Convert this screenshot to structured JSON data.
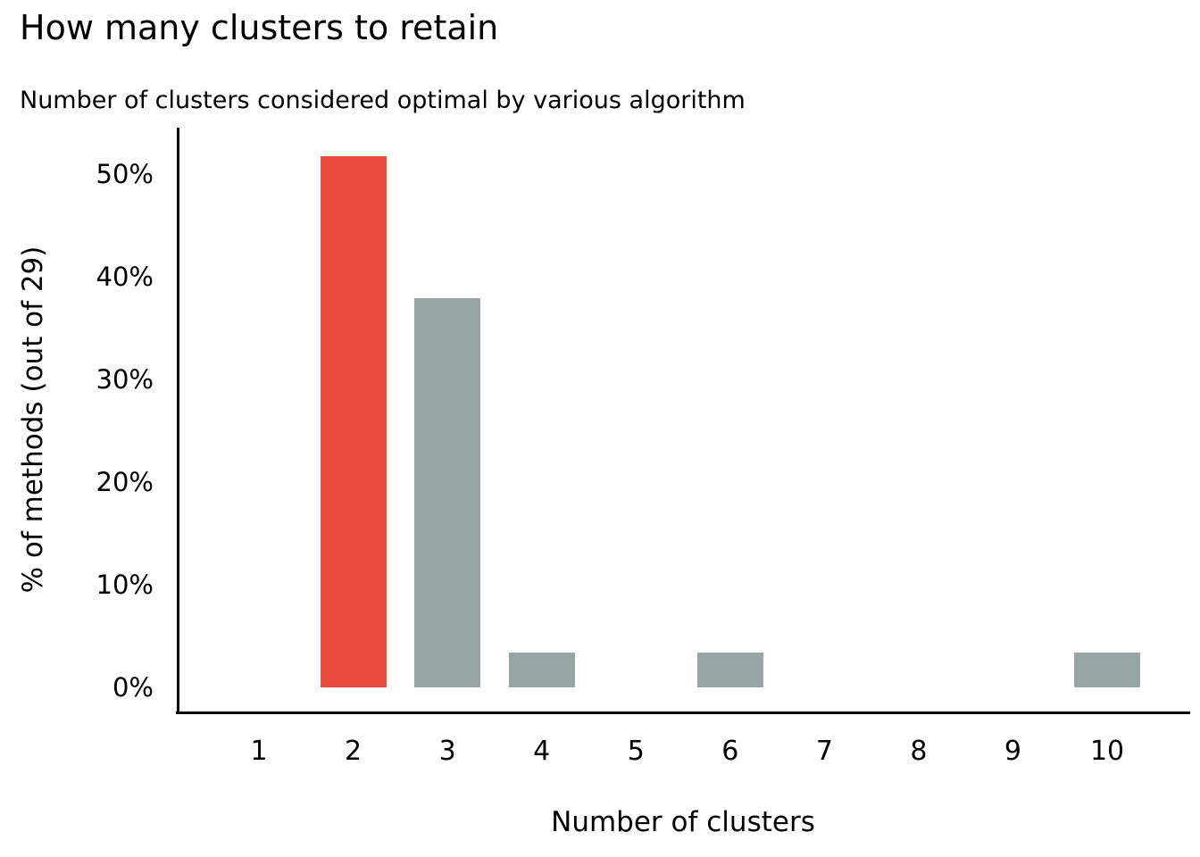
{
  "title": "How many clusters to retain",
  "subtitle": "Number of clusters considered optimal by various algorithm",
  "chart_data": {
    "type": "bar",
    "title": "How many clusters to retain",
    "subtitle": "Number of clusters considered optimal by various algorithm",
    "xlabel": "Number of clusters",
    "ylabel": "% of methods (out of 29)",
    "categories": [
      "1",
      "2",
      "3",
      "4",
      "5",
      "6",
      "7",
      "8",
      "9",
      "10"
    ],
    "values_percent": [
      0,
      51.7,
      37.9,
      3.4,
      0,
      3.4,
      0,
      0,
      0,
      3.4
    ],
    "counts_out_of_29": [
      0,
      15,
      11,
      1,
      0,
      1,
      0,
      0,
      0,
      1
    ],
    "total_methods": 29,
    "ytick_labels": [
      "0%",
      "10%",
      "20%",
      "30%",
      "40%",
      "50%"
    ],
    "ytick_values": [
      0,
      10,
      20,
      30,
      40,
      50
    ],
    "ylim": [
      0,
      54.5
    ],
    "highlight_category": "2",
    "colors": {
      "highlight": "#E74C3C",
      "default": "#96A5A5",
      "axis": "#000000",
      "text": "#000000"
    },
    "grid": false,
    "legend": false
  }
}
